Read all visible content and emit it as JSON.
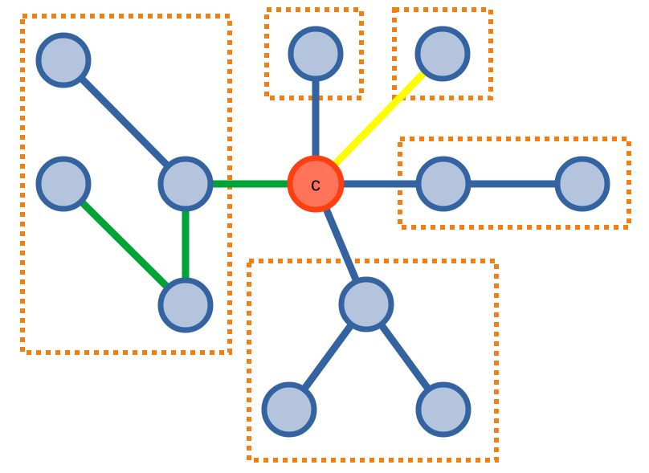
{
  "diagram": {
    "center_node_label": "c",
    "colors": {
      "background": "#ffffff",
      "group_border": "#f47f11",
      "node_fill": "#b3c4dc",
      "node_stroke": "#3363a1",
      "center_fill": "#fe735a",
      "center_stroke": "#fe3f11",
      "center_text": "#000000",
      "edge_blue": "#3363a1",
      "edge_green": "#00a335",
      "edge_yellow": "#fdfd00"
    },
    "nodes": [
      {
        "id": "c",
        "center": true
      },
      {
        "id": "n1"
      },
      {
        "id": "n2"
      },
      {
        "id": "n3"
      },
      {
        "id": "n4"
      },
      {
        "id": "n5"
      },
      {
        "id": "n6"
      },
      {
        "id": "n7"
      },
      {
        "id": "n8"
      },
      {
        "id": "n9"
      },
      {
        "id": "n10"
      },
      {
        "id": "n11"
      }
    ],
    "edges": [
      {
        "from": "n1",
        "to": "n2",
        "color": "edge_blue"
      },
      {
        "from": "n2",
        "to": "c",
        "color": "edge_green"
      },
      {
        "from": "n2",
        "to": "n4",
        "color": "edge_green"
      },
      {
        "from": "n3",
        "to": "n4",
        "color": "edge_green"
      },
      {
        "from": "n5",
        "to": "c",
        "color": "edge_blue"
      },
      {
        "from": "n6",
        "to": "c",
        "color": "edge_yellow"
      },
      {
        "from": "c",
        "to": "n7",
        "color": "edge_blue"
      },
      {
        "from": "n7",
        "to": "n8",
        "color": "edge_blue"
      },
      {
        "from": "c",
        "to": "n9",
        "color": "edge_blue"
      },
      {
        "from": "n9",
        "to": "n10",
        "color": "edge_blue"
      },
      {
        "from": "n9",
        "to": "n11",
        "color": "edge_blue"
      }
    ],
    "groups": [
      {
        "id": "group-left",
        "members": [
          "n1",
          "n2",
          "n3",
          "n4"
        ]
      },
      {
        "id": "group-top",
        "members": [
          "n5"
        ]
      },
      {
        "id": "group-top-right",
        "members": [
          "n6"
        ]
      },
      {
        "id": "group-right",
        "members": [
          "n7",
          "n8"
        ]
      },
      {
        "id": "group-bottom",
        "members": [
          "n9",
          "n10",
          "n11"
        ]
      }
    ]
  }
}
